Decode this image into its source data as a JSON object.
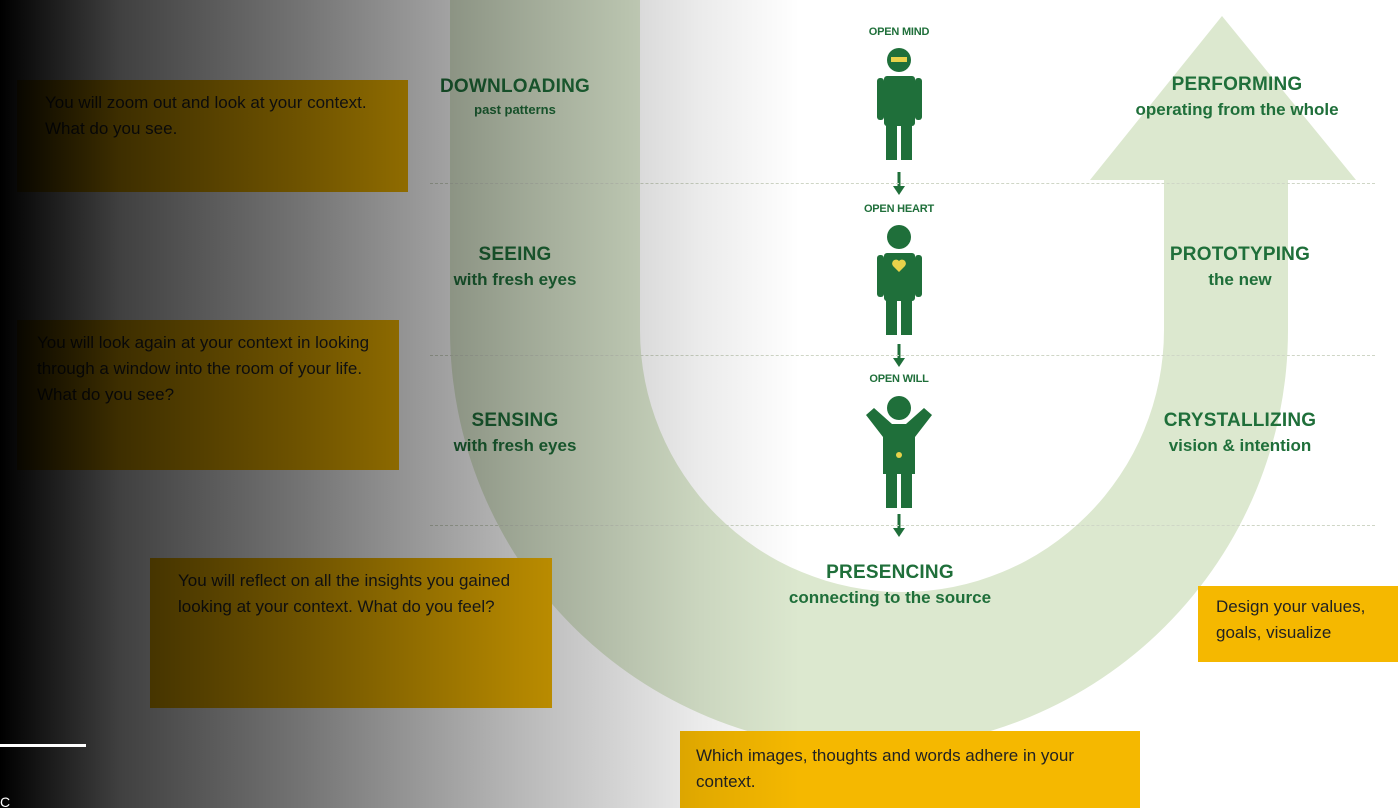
{
  "left_labels": [
    {
      "title": "DOWNLOADING",
      "sub": "past patterns"
    },
    {
      "title": "SEEING",
      "sub": "with fresh eyes"
    },
    {
      "title": "SENSING",
      "sub": "with fresh eyes"
    }
  ],
  "bottom_label": {
    "title": "PRESENCING",
    "sub": "connecting to the source"
  },
  "right_labels": [
    {
      "title": "PERFORMING",
      "sub": "operating from the whole"
    },
    {
      "title": "PROTOTYPING",
      "sub": "the new"
    },
    {
      "title": "CRYSTALLIZING",
      "sub": "vision & intention"
    }
  ],
  "figure_captions": [
    "OPEN MIND",
    "OPEN HEART",
    "OPEN WILL"
  ],
  "notes": {
    "zoom_out": "You will zoom out and look at your context. What do you see.",
    "look_again": "You will look again at your context in looking through a window into the room of your life. What do you see?",
    "reflect": "You will reflect on all the insights you gained looking at your context. What do you feel?",
    "images": "Which images, thoughts and words adhere in your context.",
    "design": "Design your values, goals, visualize"
  },
  "corner_mark": "C",
  "colors": {
    "arc": "#dce8cf",
    "figure": "#1f6f3a",
    "note_bg": "#f5b800",
    "accent": "#e8d24a"
  },
  "icons": [
    "head-icon",
    "heart-icon",
    "open-arms-icon",
    "arrow-down-icon"
  ]
}
